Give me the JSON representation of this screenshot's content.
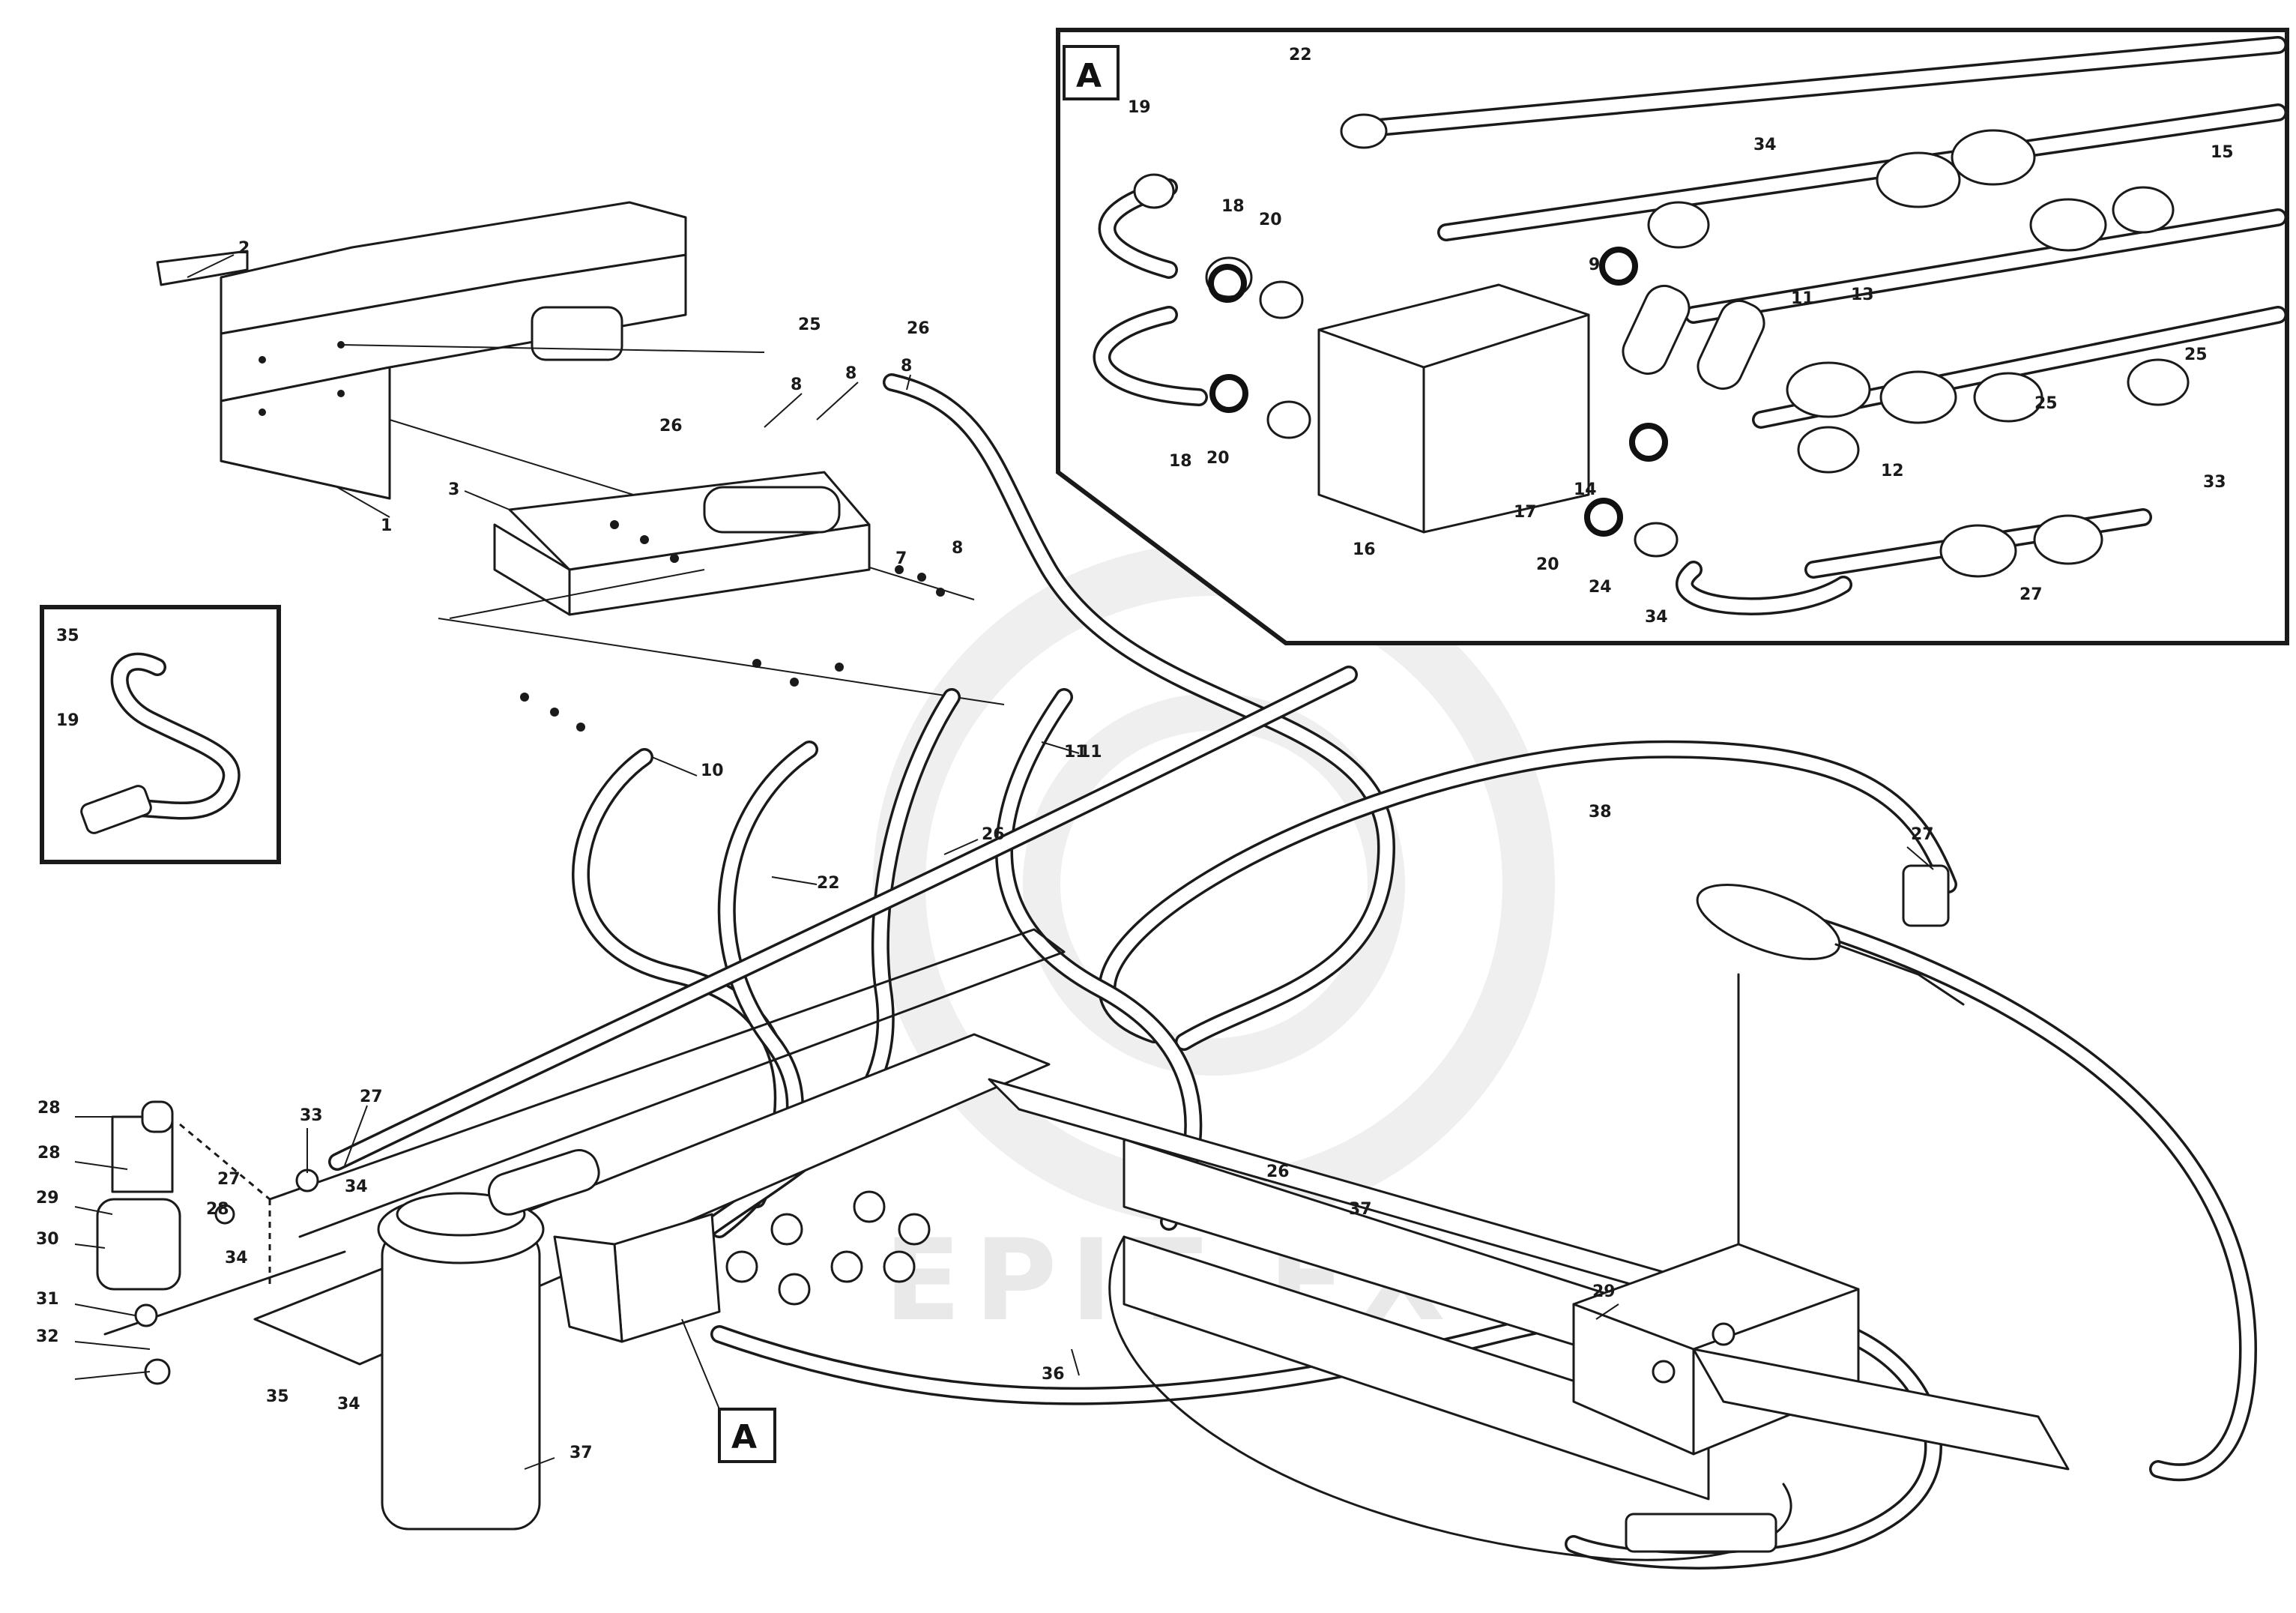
{
  "detail_view": {
    "label": "A"
  },
  "callout_marker": {
    "label": "A"
  },
  "reference": {
    "line1": "",
    "line2": "",
    "code": ""
  },
  "watermark": {
    "text": "EPIT EX"
  },
  "part_numbers": {
    "main": [
      "2",
      "1",
      "3",
      "8",
      "8",
      "8",
      "8",
      "7",
      "10",
      "11",
      "11",
      "19",
      "22",
      "25",
      "26",
      "26",
      "26",
      "26",
      "27",
      "27",
      "28",
      "28",
      "29",
      "30",
      "31",
      "32",
      "33",
      "34",
      "34",
      "34",
      "35",
      "36",
      "37",
      "37",
      "38",
      "28",
      "29",
      "27"
    ],
    "inset_detail": [
      "22",
      "19",
      "18",
      "18",
      "20",
      "20",
      "16",
      "17",
      "14",
      "20",
      "24",
      "34",
      "34",
      "11",
      "13",
      "12",
      "15",
      "25",
      "25",
      "27",
      "33",
      "9"
    ],
    "inset_spare": [
      "35"
    ]
  },
  "colors": {
    "line": "#1a1a1a",
    "background": "#ffffff",
    "watermark": "#d8d8d8"
  }
}
